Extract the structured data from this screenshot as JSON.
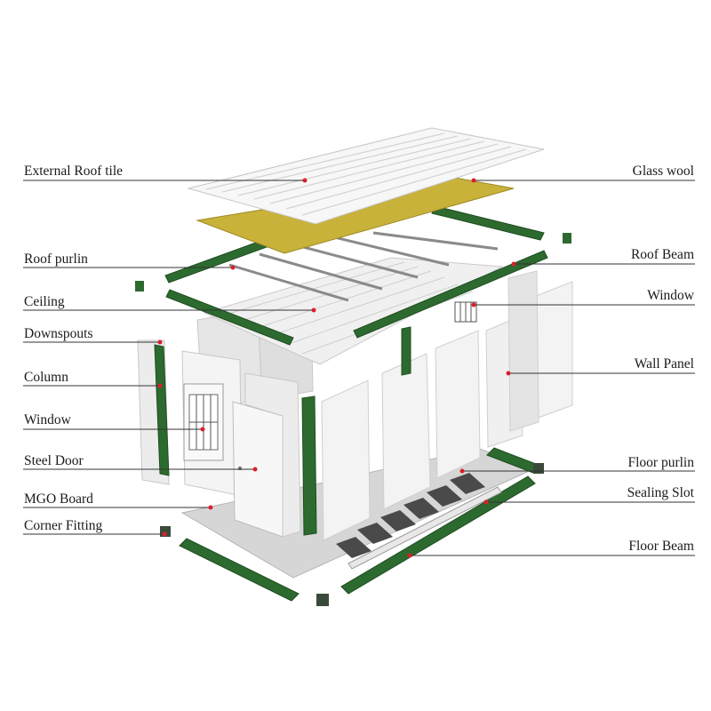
{
  "colors": {
    "steel_green": "#2d6a2f",
    "steel_green_light": "#3f8a40",
    "panel_white": "#f2f2f2",
    "panel_shade": "#d9d9d9",
    "glass_wool": "#c9b23a",
    "leader_dot": "#d8202a",
    "label_text": "#1a1a1a"
  },
  "labels": {
    "left": [
      {
        "name": "external-roof-tile",
        "text": "External Roof tile"
      },
      {
        "name": "roof-purlin",
        "text": "Roof purlin"
      },
      {
        "name": "ceiling",
        "text": "Ceiling"
      },
      {
        "name": "downspouts",
        "text": "Downspouts"
      },
      {
        "name": "column",
        "text": "Column"
      },
      {
        "name": "window-left",
        "text": "Window"
      },
      {
        "name": "steel-door",
        "text": "Steel Door"
      },
      {
        "name": "mgo-board",
        "text": "MGO Board"
      },
      {
        "name": "corner-fitting",
        "text": "Corner Fitting"
      }
    ],
    "right": [
      {
        "name": "glass-wool",
        "text": "Glass wool"
      },
      {
        "name": "roof-beam",
        "text": "Roof Beam"
      },
      {
        "name": "window-right",
        "text": "Window"
      },
      {
        "name": "wall-panel",
        "text": "Wall Panel"
      },
      {
        "name": "floor-purlin",
        "text": "Floor purlin"
      },
      {
        "name": "sealing-slot",
        "text": "Sealing Slot"
      },
      {
        "name": "floor-beam",
        "text": "Floor Beam"
      }
    ]
  }
}
